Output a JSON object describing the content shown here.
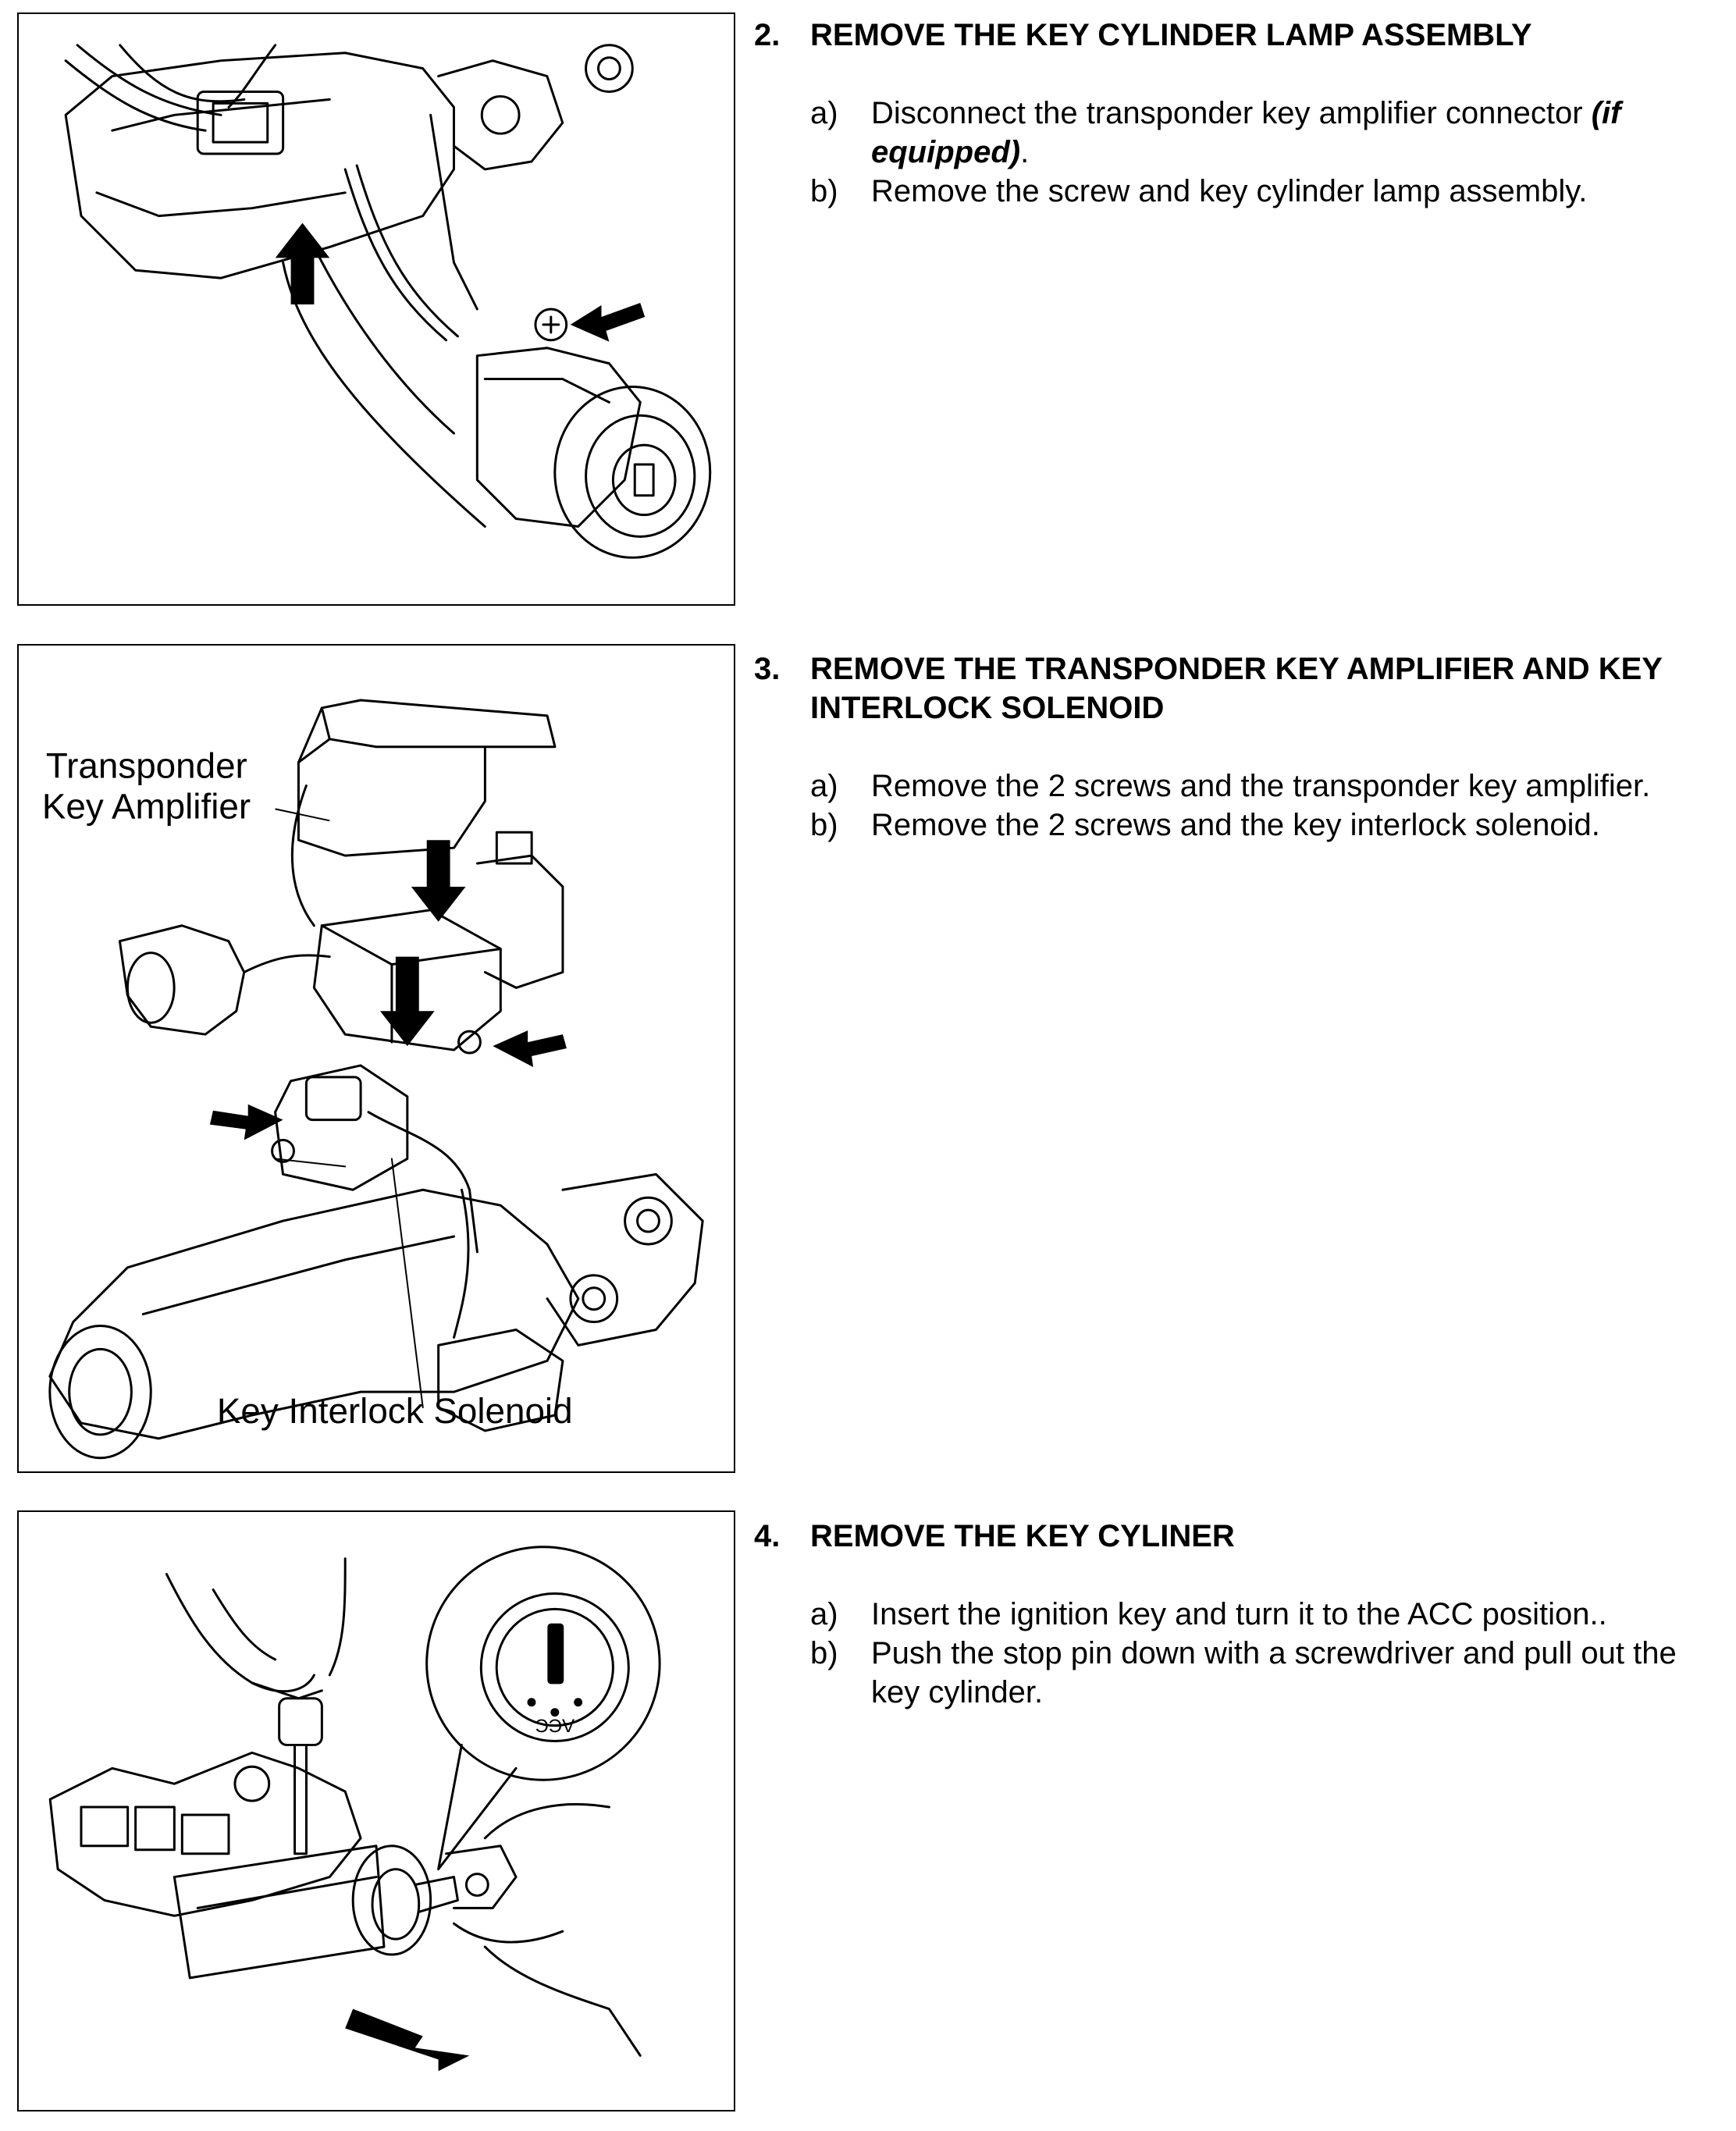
{
  "steps": [
    {
      "number": "2.",
      "title": "REMOVE THE KEY CYLINDER LAMP ASSEMBLY",
      "items": [
        {
          "letter": "a)",
          "text": "Disconnect the transponder key amplifier connector ",
          "emphasis": "(if equipped)",
          "suffix": "."
        },
        {
          "letter": "b)",
          "text": "Remove the screw and key cylinder lamp assembly."
        }
      ]
    },
    {
      "number": "3.",
      "title": "REMOVE THE TRANSPONDER KEY AMPLIFIER AND KEY INTERLOCK SOLENOID",
      "items": [
        {
          "letter": "a)",
          "text": "Remove the 2 screws and the transponder key amplifier."
        },
        {
          "letter": "b)",
          "text": "Remove the 2 screws and the key interlock solenoid."
        }
      ]
    },
    {
      "number": "4.",
      "title": "REMOVE THE KEY CYLINER",
      "items": [
        {
          "letter": "a)",
          "text": "Insert the ignition key and turn it to the ACC position.."
        },
        {
          "letter": "b)",
          "text": "Push the stop pin down with a screwdriver and pull out the key cylinder."
        }
      ]
    }
  ],
  "figures": {
    "fig2": {
      "icon": "key-cylinder-lamp-illustration"
    },
    "fig3": {
      "icon": "transponder-amplifier-solenoid-illustration",
      "label_amp_line1": "Transponder",
      "label_amp_line2": "Key Amplifier",
      "label_solenoid": "Key Interlock Solenoid"
    },
    "fig4": {
      "icon": "key-cylinder-removal-illustration",
      "acc_label": "ACC"
    }
  }
}
